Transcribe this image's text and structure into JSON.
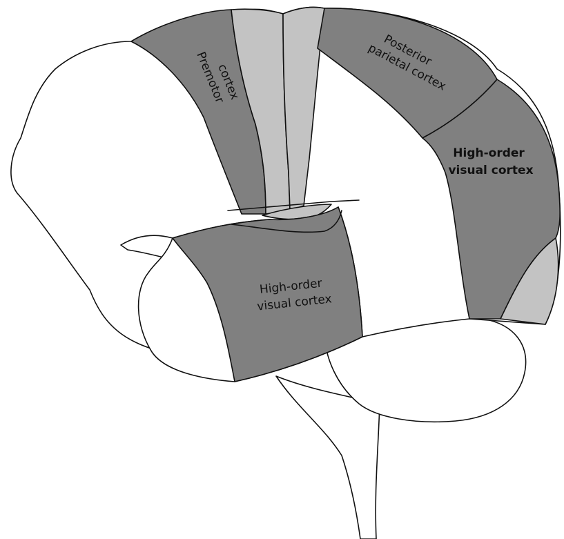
{
  "colors": {
    "background": "#ffffff",
    "cortex_dark": "#808080",
    "cortex_light": "#c3c3c3",
    "outline": "#111111"
  },
  "labels": {
    "premotor": [
      "Premotor",
      "cortex"
    ],
    "posterior_parietal": [
      "Posterior",
      "parietal cortex"
    ],
    "visual_right": [
      "High-order",
      "visual cortex"
    ],
    "visual_lower": [
      "High-order",
      "visual cortex"
    ]
  }
}
